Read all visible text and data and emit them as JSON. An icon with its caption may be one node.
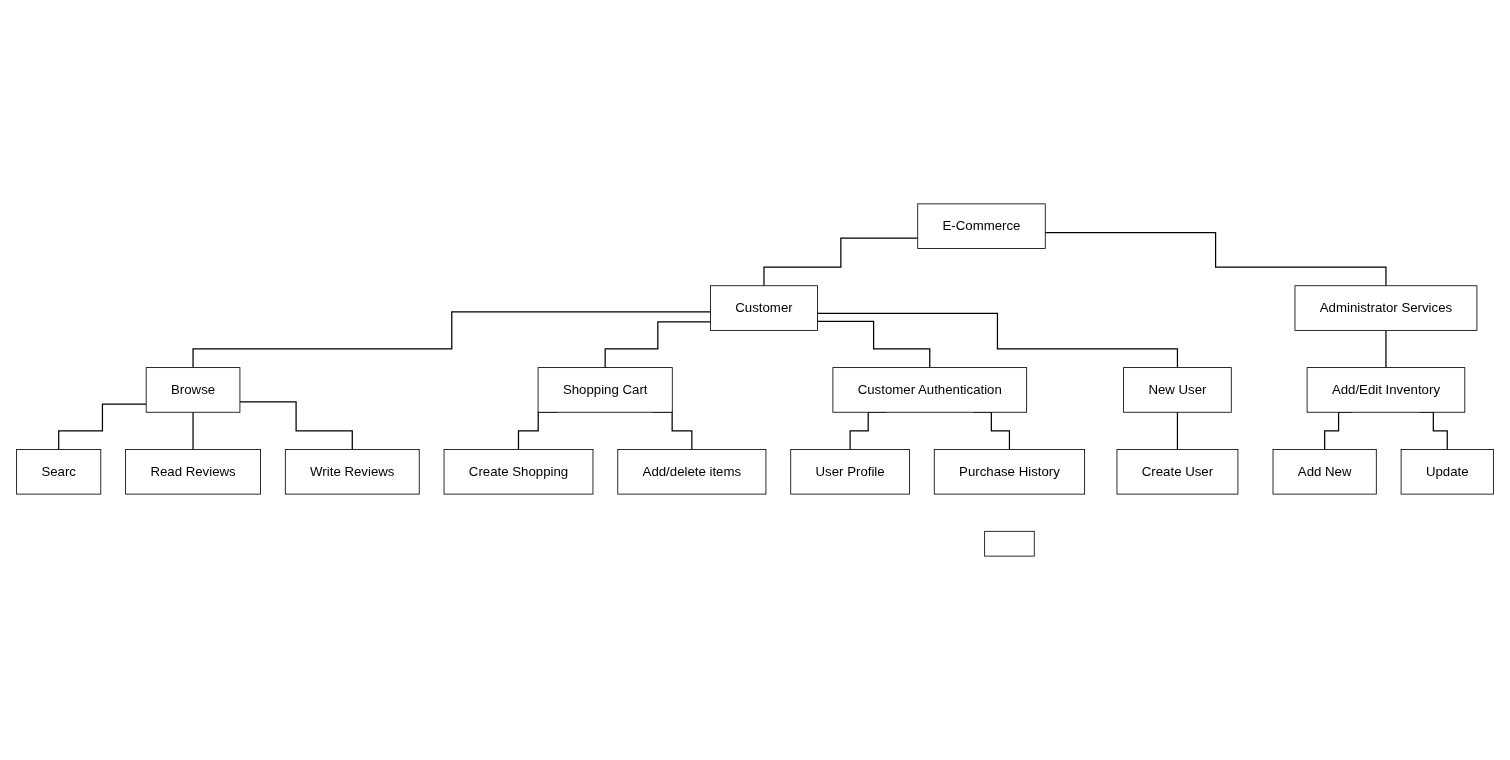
{
  "diagram": {
    "nodes": [
      {
        "text": [
          "E-Commerce"
        ]
      },
      {
        "text": [
          "Customer"
        ]
      },
      {
        "text": [
          "Administrator Services"
        ]
      },
      {
        "text": [
          "Browse"
        ]
      },
      {
        "text": [
          "Shopping Cart"
        ]
      },
      {
        "text": [
          "Customer Authentication"
        ]
      },
      {
        "text": [
          "New User"
        ]
      },
      {
        "text": [
          "Add/Edit Inventory"
        ]
      },
      {
        "text": [
          "Searc"
        ]
      },
      {
        "text": [
          "Create Shopping"
        ]
      },
      {
        "text": [
          "Add/delete items"
        ]
      },
      {
        "text": [
          "Create User"
        ]
      },
      {
        "text": [
          "Add New"
        ]
      },
      {
        "text": [
          "Update"
        ]
      },
      {
        "text": [
          "Read Reviews"
        ]
      },
      {
        "text": [
          "User Profile"
        ]
      },
      {
        "text": [
          "Write Reviews"
        ]
      },
      {
        "text": [
          "Purchase History"
        ]
      },
      {
        "text": [],
        "shape": "box"
      }
    ],
    "edges": [
      {
        "from": 0,
        "to": 1,
        "arrow": "none"
      },
      {
        "from": 0,
        "to": 2,
        "arrow": "none"
      },
      {
        "from": 1,
        "to": 3,
        "arrow": "none"
      },
      {
        "from": 1,
        "to": 4,
        "arrow": "none"
      },
      {
        "from": 1,
        "to": 5,
        "arrow": "none"
      },
      {
        "from": 1,
        "to": 6,
        "arrow": "none"
      },
      {
        "from": 2,
        "to": 7,
        "arrow": "none"
      },
      {
        "from": 3,
        "to": 8,
        "arrow": "none"
      },
      {
        "from": 3,
        "to": 14,
        "arrow": "none"
      },
      {
        "from": 3,
        "to": 16,
        "arrow": "none"
      },
      {
        "from": 4,
        "to": 9,
        "arrow": "none"
      },
      {
        "from": 4,
        "to": 10,
        "arrow": "none"
      },
      {
        "from": 5,
        "to": 15,
        "arrow": "none"
      },
      {
        "from": 5,
        "to": 17,
        "arrow": "none"
      },
      {
        "from": 6,
        "to": 11,
        "arrow": "none"
      },
      {
        "from": 7,
        "to": 12,
        "arrow": "none"
      },
      {
        "from": 7,
        "to": 13,
        "arrow": "none"
      }
    ]
  }
}
